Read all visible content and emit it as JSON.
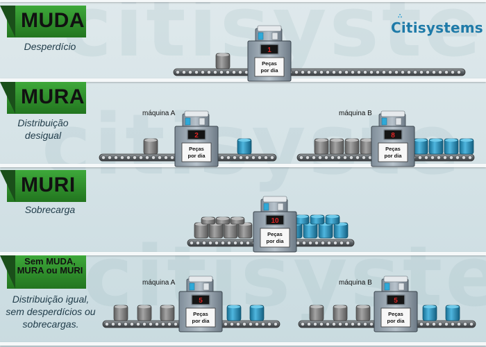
{
  "logo": {
    "text": "Citisystems",
    "color": "#1e7aa8"
  },
  "watermark": "citisyste",
  "colors": {
    "label_green": "#2e8f2c",
    "part_gray": "#8a8a8a",
    "part_blue": "#2b8fb8",
    "counter_red": "#cc2020"
  },
  "sections": [
    {
      "title": "MUDA",
      "subtitle": "Desperdício"
    },
    {
      "title": "MURA",
      "subtitle": "Distribuição desigual"
    },
    {
      "title": "MURI",
      "subtitle": "Sobrecarga"
    },
    {
      "title": "Sem MUDA, MURA ou MURI",
      "subtitle": "Distribuição igual, sem desperdícios ou sobrecargas."
    }
  ],
  "machine_sign": "Peças por dia",
  "machines": [
    {
      "section": "muda",
      "label": "",
      "count": "1",
      "gray_parts": 1,
      "blue_parts": 0
    },
    {
      "section": "mura",
      "label": "máquina A",
      "count": "2",
      "gray_parts": 1,
      "blue_parts": 1
    },
    {
      "section": "mura",
      "label": "máquina B",
      "count": "8",
      "gray_parts": 4,
      "blue_parts": 4
    },
    {
      "section": "muri",
      "label": "",
      "count": "10",
      "gray_parts": 8,
      "blue_parts": 8
    },
    {
      "section": "balanced",
      "label": "máquina A",
      "count": "5",
      "gray_parts": 3,
      "blue_parts": 2
    },
    {
      "section": "balanced",
      "label": "máquina B",
      "count": "5",
      "gray_parts": 3,
      "blue_parts": 2
    }
  ]
}
